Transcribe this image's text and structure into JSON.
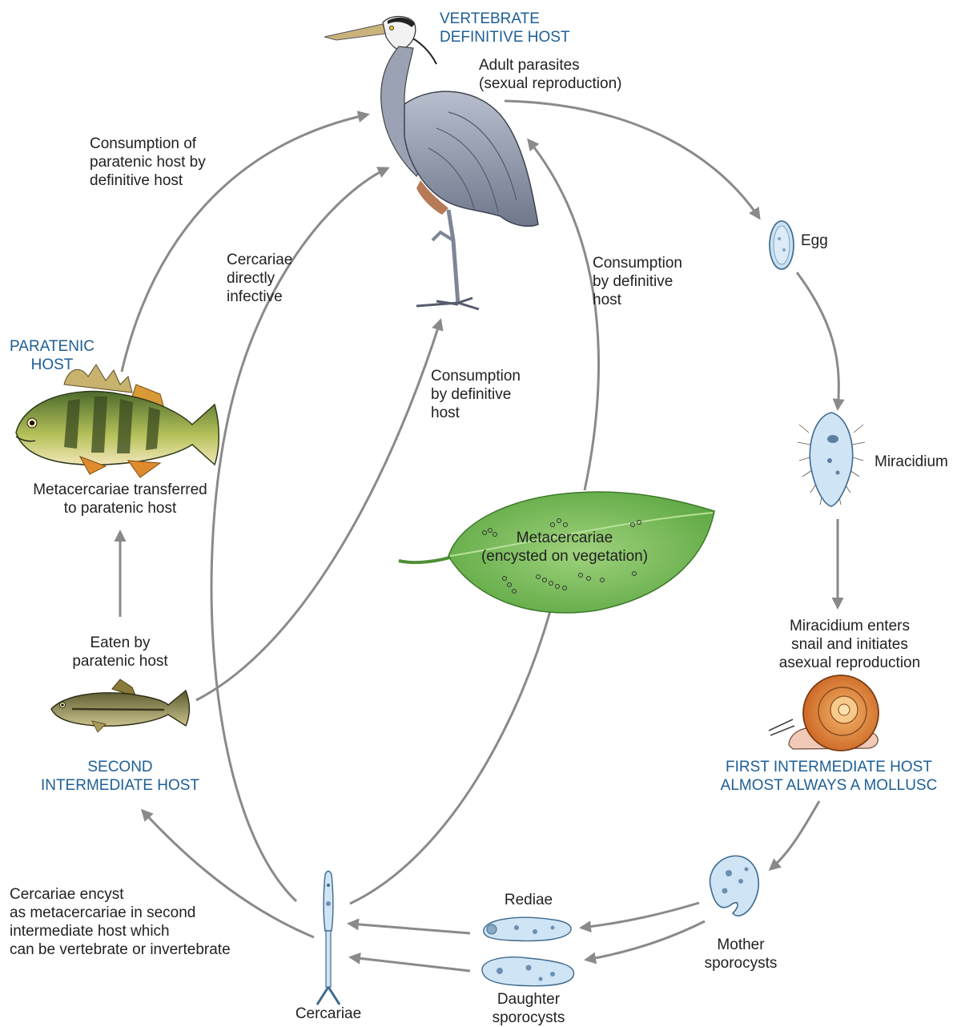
{
  "colors": {
    "host_label": "#1d5f96",
    "text": "#222222",
    "arrow": "#8a8a8a",
    "leaf": "#7fbf62",
    "heron": "#8f98aa",
    "snail_shell": "#d9792f",
    "larva": "#b9d6ee"
  },
  "hosts": {
    "definitive": "VERTEBRATE\nDEFINITIVE HOST",
    "paratenic": "PARATENIC\nHOST",
    "second_intermediate": "SECOND\nINTERMEDIATE HOST",
    "first_intermediate": "FIRST INTERMEDIATE HOST\nALMOST ALWAYS A MOLLUSC"
  },
  "stages": {
    "adult_parasites": "Adult parasites\n(sexual reproduction)",
    "egg": "Egg",
    "miracidium": "Miracidium",
    "miracidium_enters": "Miracidium enters\nsnail and initiates\nasexual reproduction",
    "mother_sporocysts": "Mother\nsporocysts",
    "rediae": "Rediae",
    "daughter_sporocysts": "Daughter\nsporocysts",
    "cercariae": "Cercariae",
    "metacercariae_leaf": "Metacercariae\n(encysted on vegetation)"
  },
  "transitions": {
    "consumption_paratenic": "Consumption of\nparatenic host by\ndefinitive host",
    "cercariae_direct": "Cercariae\ndirectly\ninfective",
    "consumption_vegetation": "Consumption\nby definitive\nhost",
    "consumption_second": "Consumption\nby definitive\nhost",
    "transferred_paratenic": "Metacercariae transferred\nto paratenic host",
    "eaten_by_paratenic": "Eaten by\nparatenic host",
    "cercariae_encyst": "Cercariae encyst\nas metacercariae in second\nintermediate host which\ncan be vertebrate or invertebrate"
  },
  "icons": [
    "heron-icon",
    "perch-icon",
    "minnow-icon",
    "leaf-icon",
    "snail-icon",
    "egg-icon",
    "miracidium-icon",
    "mother-sporocyst-icon",
    "redia-icon",
    "daughter-sporocyst-icon",
    "cercaria-icon"
  ]
}
